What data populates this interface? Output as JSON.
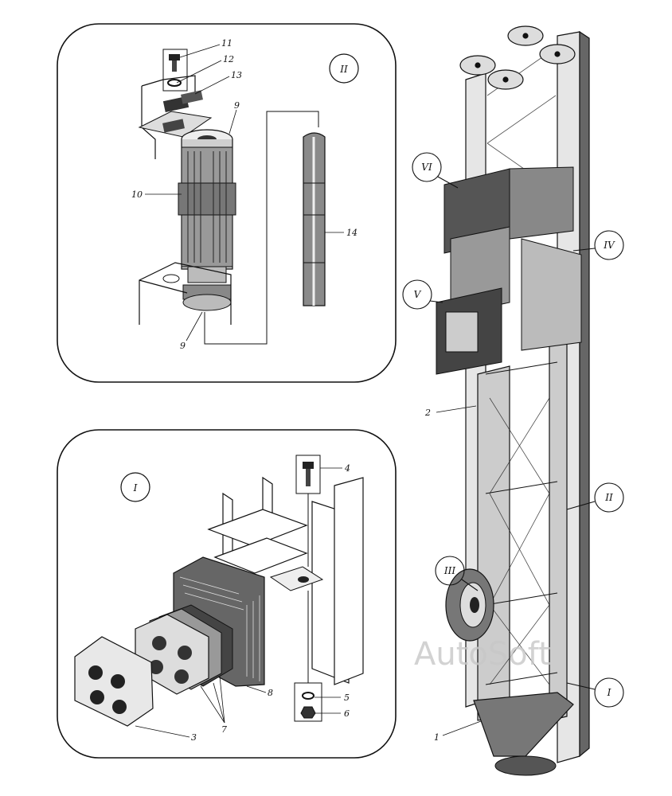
{
  "panel_top": {
    "roman": "II",
    "parts": [
      "11",
      "12",
      "13",
      "9",
      "10",
      "14",
      "9"
    ]
  },
  "panel_bottom": {
    "roman": "I",
    "parts": [
      "4",
      "5",
      "6",
      "7",
      "8",
      "3"
    ]
  },
  "mast": {
    "callouts": [
      "VI",
      "V",
      "IV",
      "II",
      "III",
      "I"
    ],
    "parts": [
      "2",
      "1"
    ]
  },
  "watermark": "AutoSoft",
  "colors": {
    "ink": "#111111",
    "paper": "#ffffff",
    "watermark": "#c8c8c8"
  }
}
